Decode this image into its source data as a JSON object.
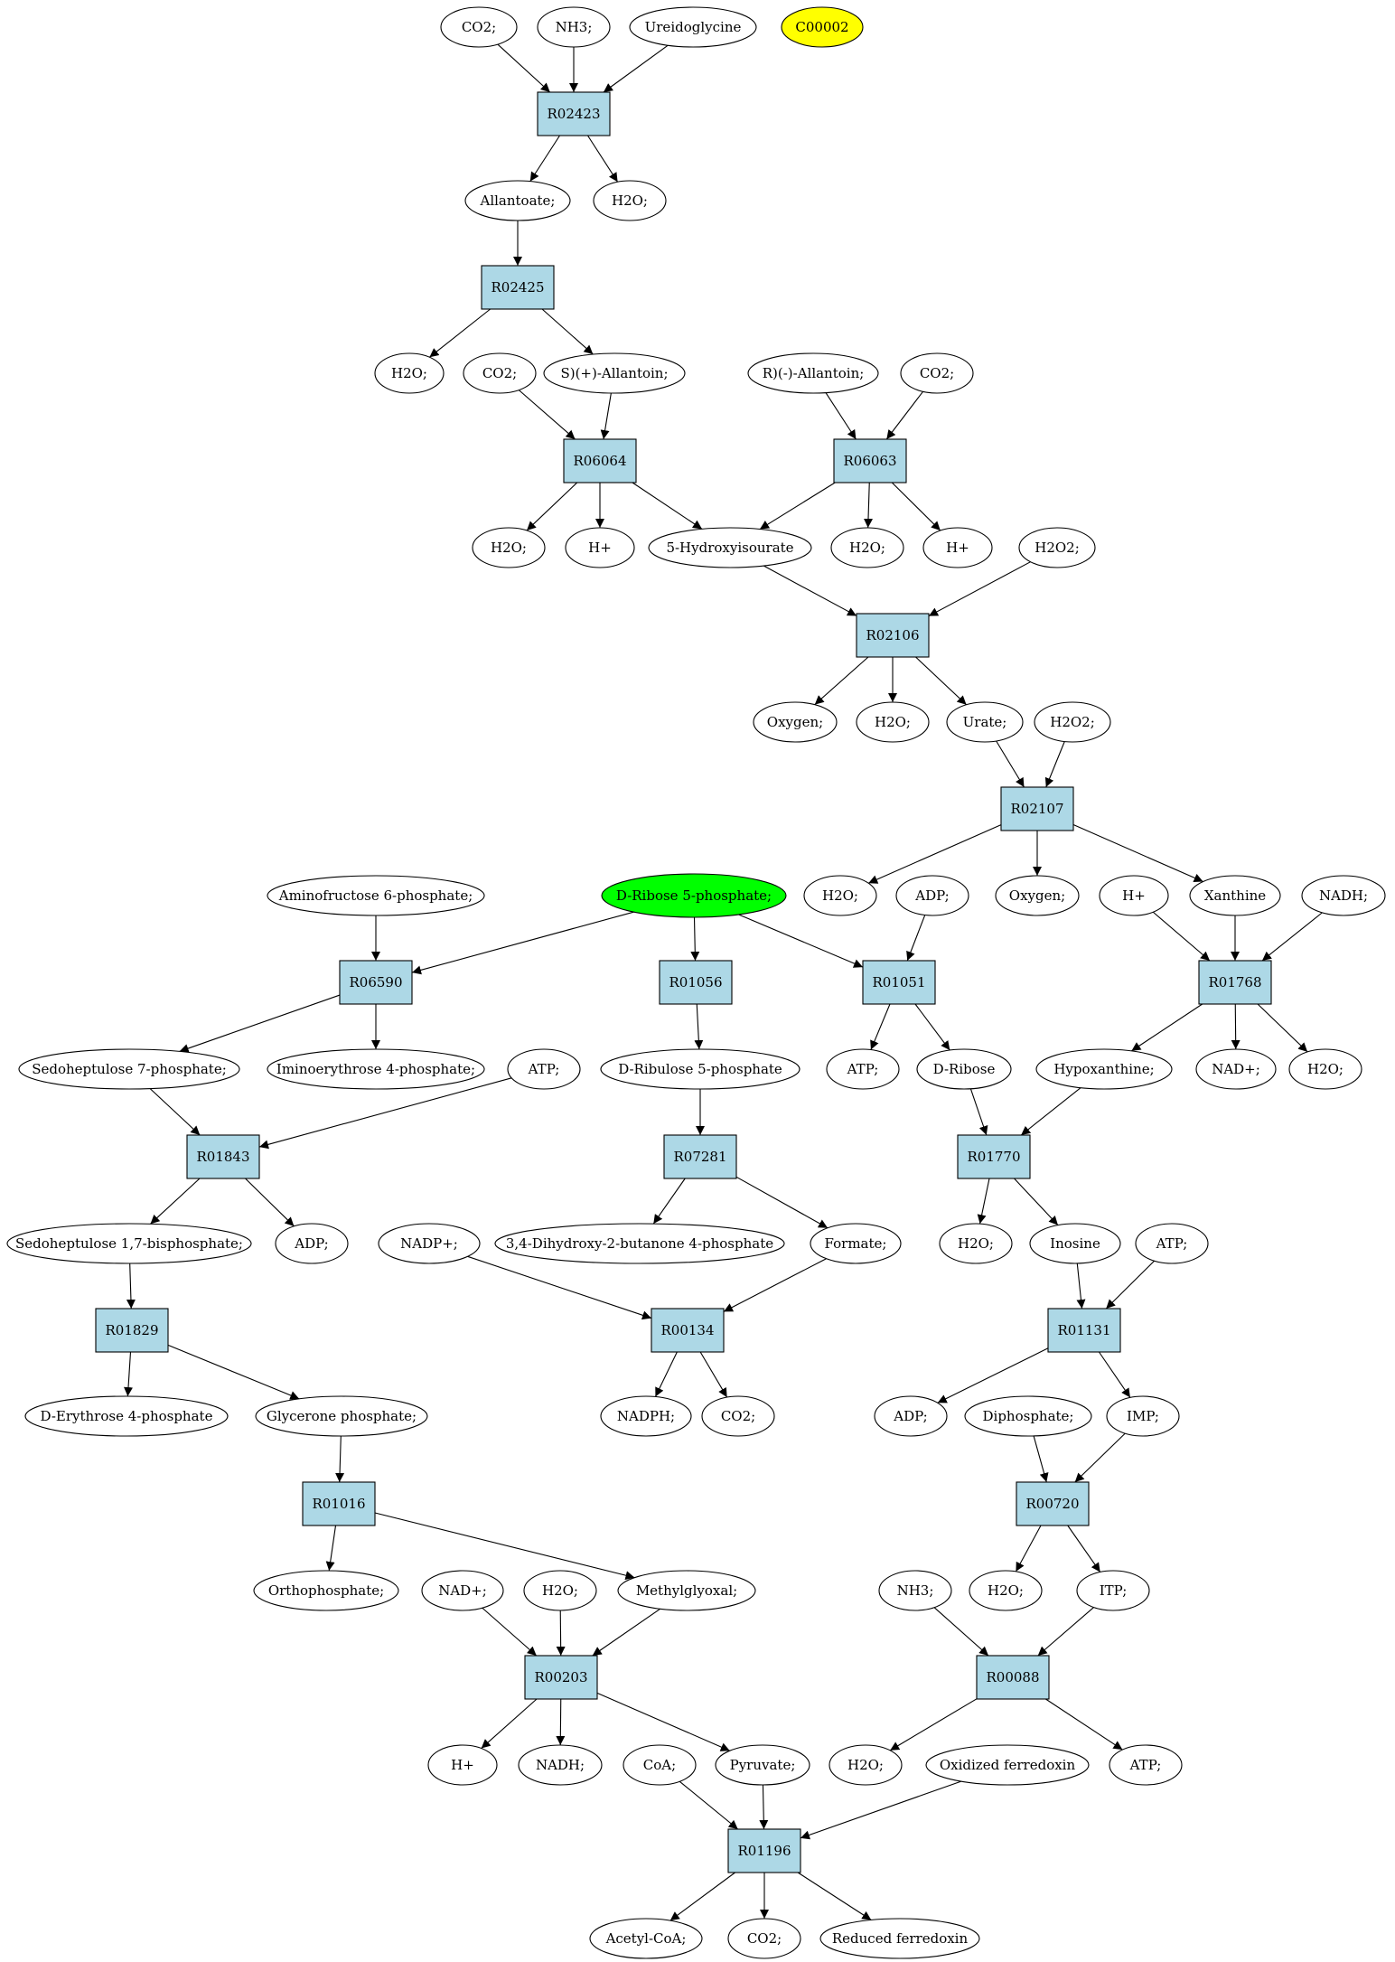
{
  "colors": {
    "reaction_fill": "#add8e6",
    "compound_fill": "#ffffff",
    "highlight_yellow": "#ffff00",
    "highlight_green": "#00ff00",
    "stroke": "#000000"
  },
  "nodes": {
    "c_co2_1": "CO2;",
    "c_nh3_1": "NH3;",
    "c_ureidoglycine": "Ureidoglycine",
    "c_c00002": "C00002",
    "r_R02423": "R02423",
    "c_allantoate": "Allantoate;",
    "c_h2o_1": "H2O;",
    "r_R02425": "R02425",
    "c_h2o_2": "H2O;",
    "c_co2_2": "CO2;",
    "c_s_allantoin": "S)(+)-Allantoin;",
    "c_r_allantoin": "R)(-)-Allantoin;",
    "c_co2_3": "CO2;",
    "r_R06064": "R06064",
    "r_R06063": "R06063",
    "c_h2o_3": "H2O;",
    "c_hplus_1": "H+",
    "c_5hiu": "5-Hydroxyisourate",
    "c_h2o_4": "H2O;",
    "c_hplus_2": "H+",
    "c_h2o2_1": "H2O2;",
    "r_R02106": "R02106",
    "c_oxygen_1": "Oxygen;",
    "c_h2o_5": "H2O;",
    "c_urate": "Urate;",
    "c_h2o2_2": "H2O2;",
    "r_R02107": "R02107",
    "c_aminofructose": "Aminofructose 6-phosphate;",
    "c_ribose5p": "D-Ribose 5-phosphate;",
    "c_h2o_6": "H2O;",
    "c_adp_1": "ADP;",
    "c_oxygen_2": "Oxygen;",
    "c_hplus_3": "H+",
    "c_xanthine": "Xanthine",
    "c_nadh_1": "NADH;",
    "r_R06590": "R06590",
    "r_R01056": "R01056",
    "r_R01051": "R01051",
    "r_R01768": "R01768",
    "c_sedo7p": "Sedoheptulose 7-phosphate;",
    "c_iminoerythrose": "Iminoerythrose 4-phosphate;",
    "c_atp_1": "ATP;",
    "c_ribulose5p": "D-Ribulose 5-phosphate",
    "c_atp_2": "ATP;",
    "c_dribose": "D-Ribose",
    "c_hypoxanthine": "Hypoxanthine;",
    "c_nadplus_1": "NAD+;",
    "c_h2o_7": "H2O;",
    "r_R01843": "R01843",
    "r_R07281": "R07281",
    "r_R01770": "R01770",
    "c_sedo17bp": "Sedoheptulose 1,7-bisphosphate;",
    "c_adp_2": "ADP;",
    "c_nadpplus": "NADP+;",
    "c_dhbp": "3,4-Dihydroxy-2-butanone 4-phosphate",
    "c_formate": "Formate;",
    "c_h2o_8": "H2O;",
    "c_inosine": "Inosine",
    "c_atp_3": "ATP;",
    "r_R01829": "R01829",
    "r_R00134": "R00134",
    "r_R01131": "R01131",
    "c_erythrose4p": "D-Erythrose 4-phosphate",
    "c_glycerone": "Glycerone phosphate;",
    "c_nadph": "NADPH;",
    "c_co2_4": "CO2;",
    "c_adp_3": "ADP;",
    "c_diphosphate": "Diphosphate;",
    "c_imp": "IMP;",
    "r_R01016": "R01016",
    "r_R00720": "R00720",
    "c_orthophosphate": "Orthophosphate;",
    "c_nadplus_2": "NAD+;",
    "c_h2o_9": "H2O;",
    "c_methylglyoxal": "Methylglyoxal;",
    "c_nh3_2": "NH3;",
    "c_h2o_10": "H2O;",
    "c_itp": "ITP;",
    "r_R00203": "R00203",
    "r_R00088": "R00088",
    "c_hplus_4": "H+",
    "c_nadh_2": "NADH;",
    "c_coa": "CoA;",
    "c_pyruvate": "Pyruvate;",
    "c_h2o_11": "H2O;",
    "c_oxfd": "Oxidized ferredoxin",
    "c_atp_4": "ATP;",
    "r_R01196": "R01196",
    "c_acetylcoa": "Acetyl-CoA;",
    "c_co2_5": "CO2;",
    "c_redfd": "Reduced ferredoxin"
  }
}
